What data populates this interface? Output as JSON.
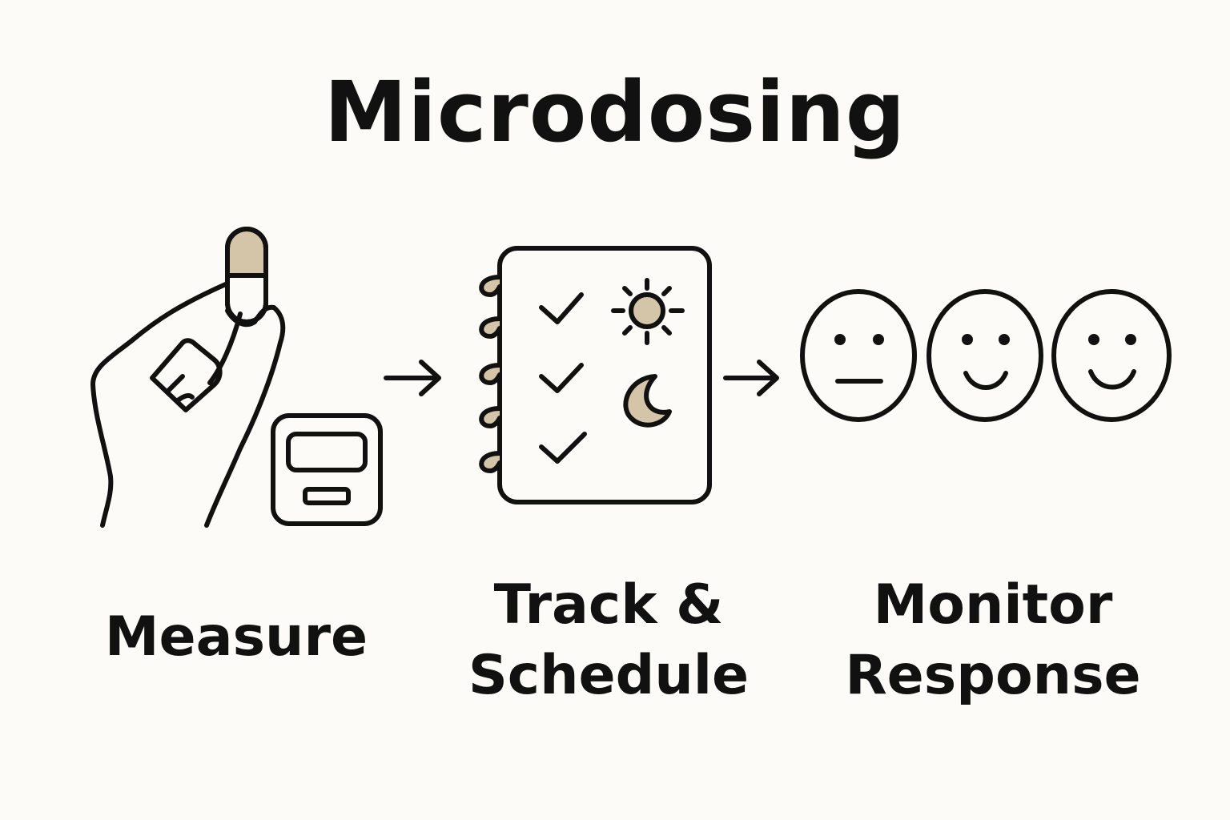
{
  "title": "Microdosing",
  "steps": [
    {
      "label_lines": [
        "Measure"
      ],
      "icon": "hand-capsule-scale-icon"
    },
    {
      "label_lines": [
        "Track &",
        "Schedule"
      ],
      "icon": "notebook-checklist-icon"
    },
    {
      "label_lines": [
        "Monitor",
        "Response"
      ],
      "icon": "mood-faces-icon"
    }
  ],
  "colors": {
    "background": "#fcfbf7",
    "ink": "#111111",
    "accent": "#d4c4a8"
  }
}
